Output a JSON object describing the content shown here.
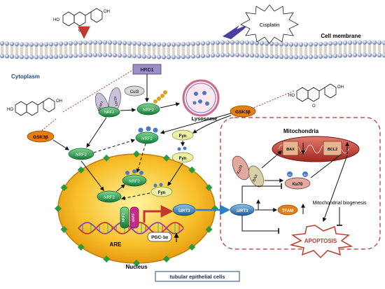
{
  "labels": {
    "cell_membrane": "Cell membrane",
    "cytoplasm": "Cytoplasm",
    "cisplatin": "Cisplatin",
    "lysosome": "Lysosome",
    "mitochondria": "Mitochondria",
    "nucleus": "Nucleus",
    "are": "ARE",
    "tubular_cells": "tubular epithelial cells",
    "mito_biogenesis": "Mitochondrial biogenesis",
    "apoptosis": "APOPTOSIS"
  },
  "nodes": {
    "hrd1": "HRD1",
    "cul3": "Cul3",
    "keap1_a": "KEAP1",
    "keap1_b": "KEAP1",
    "nrf2_complex": "NRF2",
    "nrf2_free": "NRF2",
    "nrf2_p": "NRF2",
    "nrf2_left": "NRF2",
    "nrf2_nuc_top": "NRF2",
    "nrf2_nuc_mid": "NRF2",
    "nrf2_dna": "NRF2",
    "maf": "sMAF",
    "gsk3b_left": "GSK3β",
    "gsk3b_right": "GSK3β",
    "fyn_1": "Fyn",
    "fyn_2": "Fyn",
    "fyn_nuc": "Fyn",
    "sirt3_nuc": "SIRT3",
    "sirt3_mito": "SIRT3",
    "pgc1a": "PGC-1α",
    "tfam": "TFAM",
    "ku70_a": "Ku70",
    "ku70_b": "Ku70",
    "bax_a": "BAX",
    "bax_b": "BAX",
    "bcl2": "BCL2",
    "p": "P",
    "ac": "Ac",
    "ub": "Ub"
  },
  "molecule": {
    "oh": "OH",
    "ho": "HO",
    "o": "O"
  },
  "colors": {
    "nrf2_green": "#1f9a4a",
    "gsk_orange": "#e67e14",
    "fyn_yellow": "#eef0a8",
    "sirt3_blue": "#2f7fc4",
    "hrd1_purple": "#9d8fc4",
    "nucleus_orange": "#f7b51a",
    "apoptosis_red": "#c0392b",
    "phosphate_blue": "#4a78c8"
  }
}
